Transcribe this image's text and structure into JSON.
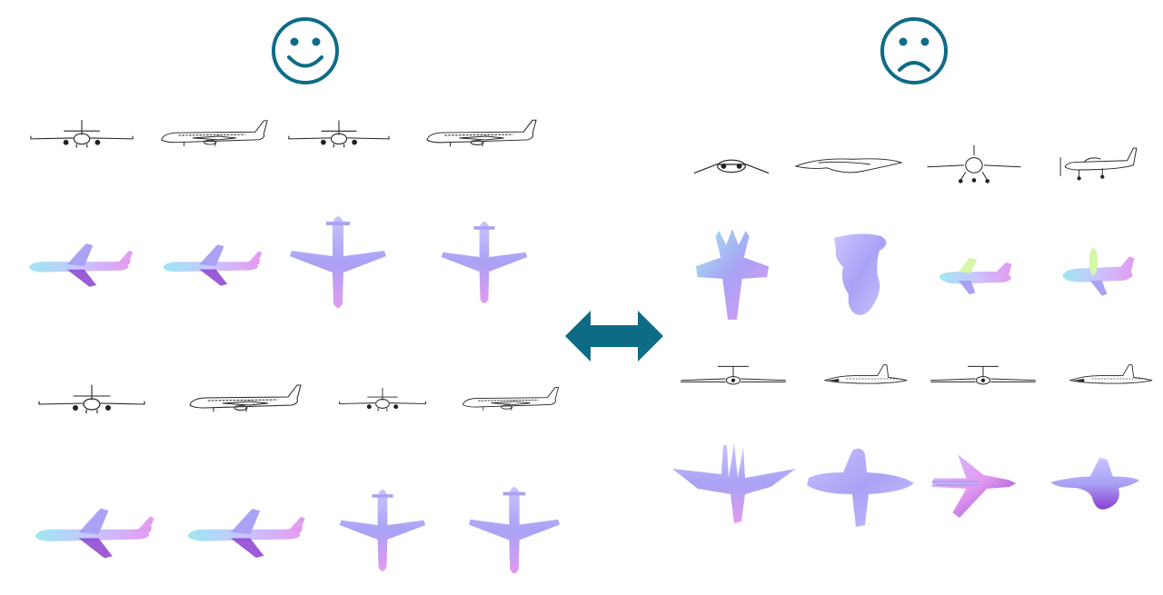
{
  "colors": {
    "accent": "#0e6b86",
    "sketch": "#222222",
    "shape_light": "#c9c4ff",
    "shape_mid": "#a9a2f5",
    "shape_pink": "#e39af0",
    "shape_cyan": "#9fe7f0",
    "shape_purple": "#8b3fd1",
    "shape_green": "#d7f7a8"
  },
  "panels": {
    "good": {
      "icon": "smiley-face-icon"
    },
    "bad": {
      "icon": "frowning-face-icon"
    }
  },
  "middle": {
    "icon": "double-arrow-icon"
  },
  "figure_items": {
    "good_sketches_row1": [
      "airplane-front-sketch",
      "airplane-side-sketch",
      "airplane-front-sketch",
      "airplane-side-sketch"
    ],
    "good_shapes_row1": [
      "airplane-side-shape",
      "airplane-side-shape",
      "airplane-top-shape",
      "airplane-top-shape"
    ],
    "good_sketches_row2": [
      "airplane-front-sketch",
      "airplane-side-sketch",
      "airplane-front-sketch",
      "airplane-side-sketch"
    ],
    "good_shapes_row2": [
      "airplane-side-shape",
      "airplane-side-shape",
      "airplane-top-shape",
      "airplane-top-shape"
    ],
    "bad_sketches_row1": [
      "fighter-front-sketch",
      "flying-wing-side-sketch",
      "small-plane-front-sketch",
      "propeller-plane-side-sketch"
    ],
    "bad_shapes_row1": [
      "fighter-top-shape",
      "blob-top-shape",
      "small-plane-side-shape",
      "propeller-plane-side-shape"
    ],
    "bad_sketches_row2": [
      "jet-front-sketch",
      "jet-side-sketch",
      "jet-front-sketch",
      "jet-side-sketch"
    ],
    "bad_shapes_row2": [
      "delta-wing-top-shape",
      "blob-wing-top-shape",
      "distorted-side-shape",
      "blob-side-shape"
    ]
  }
}
